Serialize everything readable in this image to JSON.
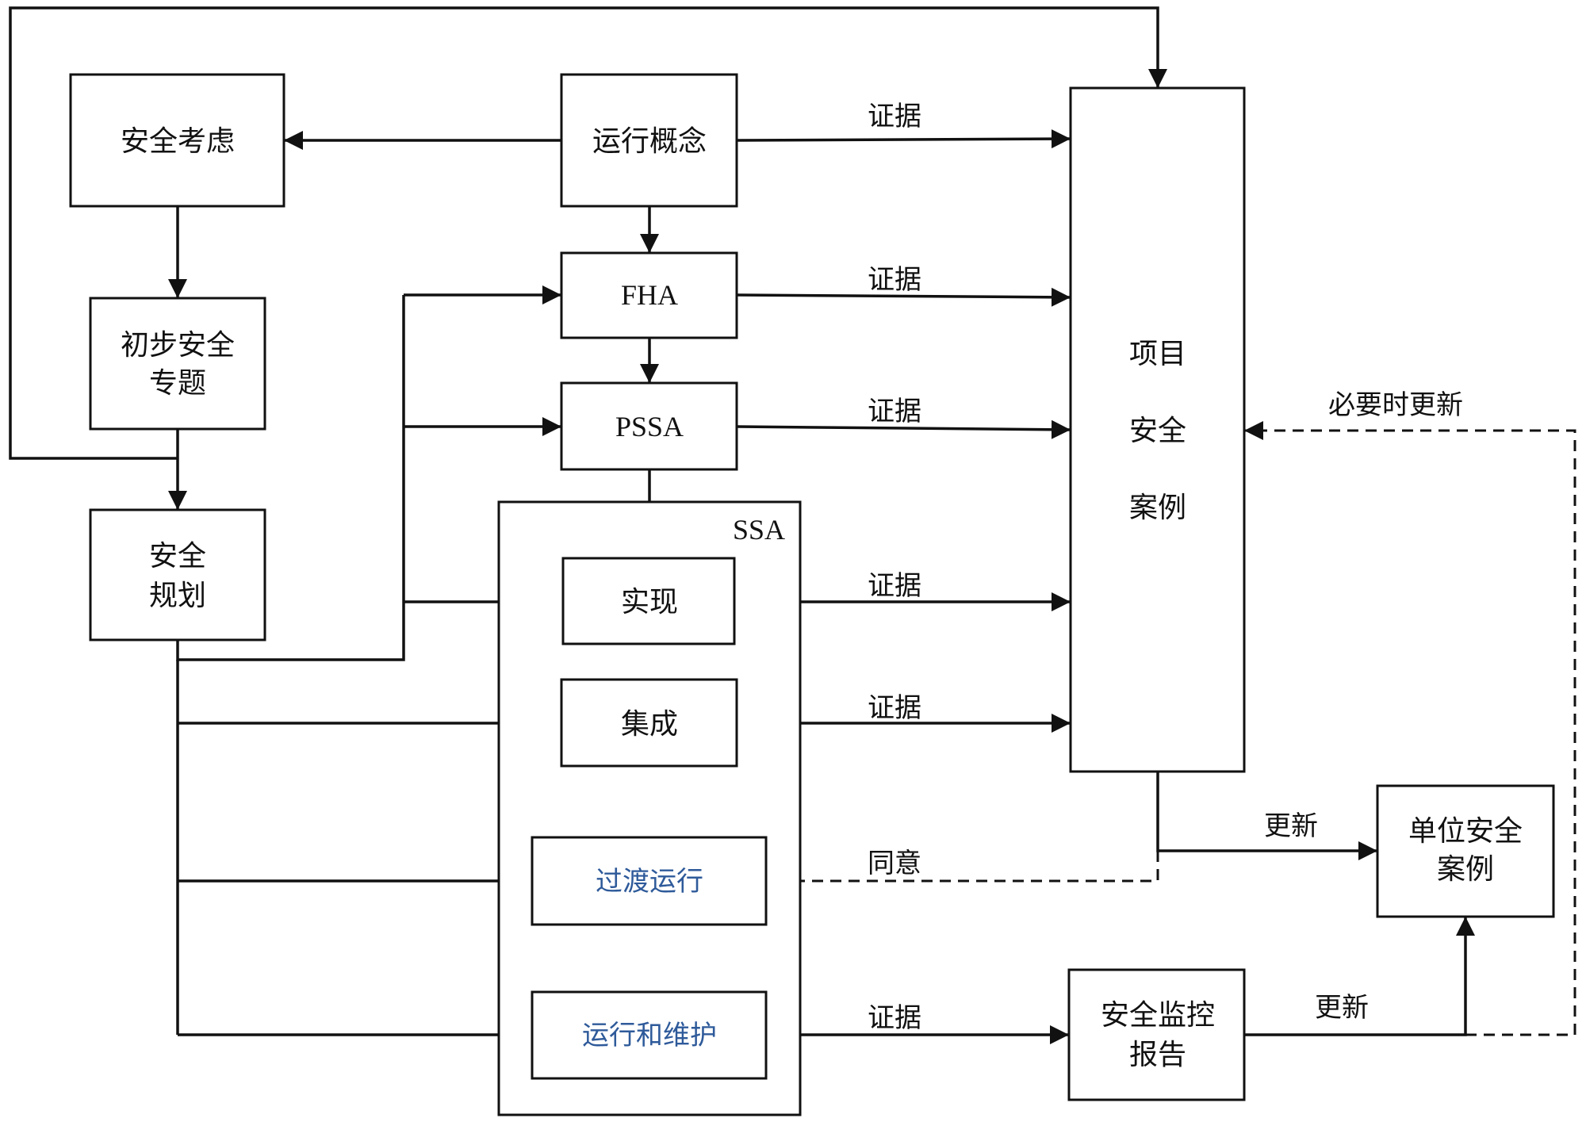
{
  "nodes": {
    "safety_consideration": "安全考虑",
    "preliminary_safety_topic": [
      "初步安全",
      "专题"
    ],
    "safety_plan": [
      "安全",
      "规划"
    ],
    "operational_concept": "运行概念",
    "fha": "FHA",
    "pssa": "PSSA",
    "ssa_group": "SSA",
    "implementation": "实现",
    "integration": "集成",
    "transition_operation": "过渡运行",
    "operation_maintenance": "运行和维护",
    "project_safety_case": [
      "项目",
      "安全",
      "案例"
    ],
    "unit_safety_case": [
      "单位安全",
      "案例"
    ],
    "safety_monitoring_report": [
      "安全监控",
      "报告"
    ]
  },
  "edge_labels": {
    "evidence_1": "证据",
    "evidence_2": "证据",
    "evidence_3": "证据",
    "evidence_4": "证据",
    "evidence_5": "证据",
    "evidence_6": "证据",
    "update_when_needed": "必要时更新",
    "update_1": "更新",
    "update_2": "更新",
    "agree": "同意"
  },
  "colors": {
    "line": "#111111",
    "highlight_text": "#2e5a9a"
  }
}
